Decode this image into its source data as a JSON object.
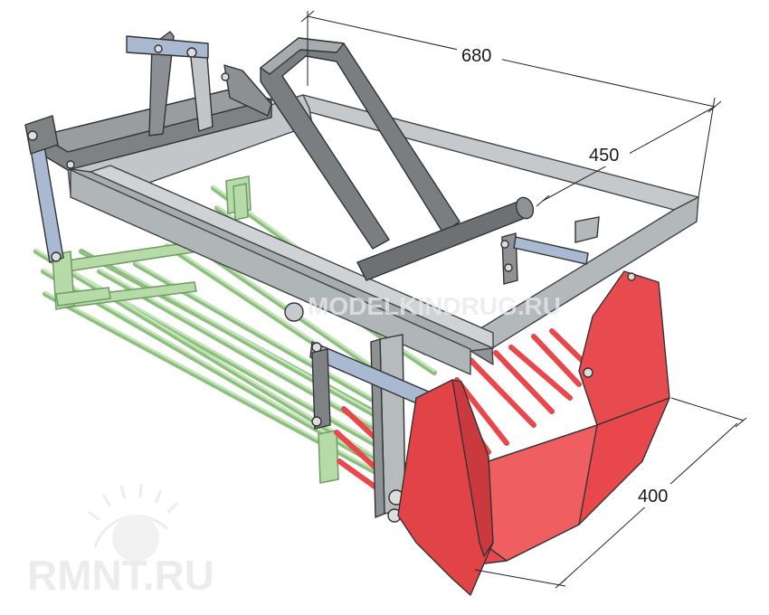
{
  "dimensions": {
    "length": "680",
    "width": "450",
    "depth": "400"
  },
  "watermarks": {
    "center": "MODELKINDRUG.RU",
    "corner": "RMNT.RU"
  },
  "colors": {
    "frame": "#b9bdc0",
    "frame_dark": "#8e9397",
    "hitch": "#7f8284",
    "rods": "#b6dba8",
    "rods_dark": "#7fae72",
    "shovel": "#e8474b",
    "shovel_dark": "#c83a3e",
    "link_blue": "#aab9d2",
    "watermark": "#e9e9e9"
  }
}
